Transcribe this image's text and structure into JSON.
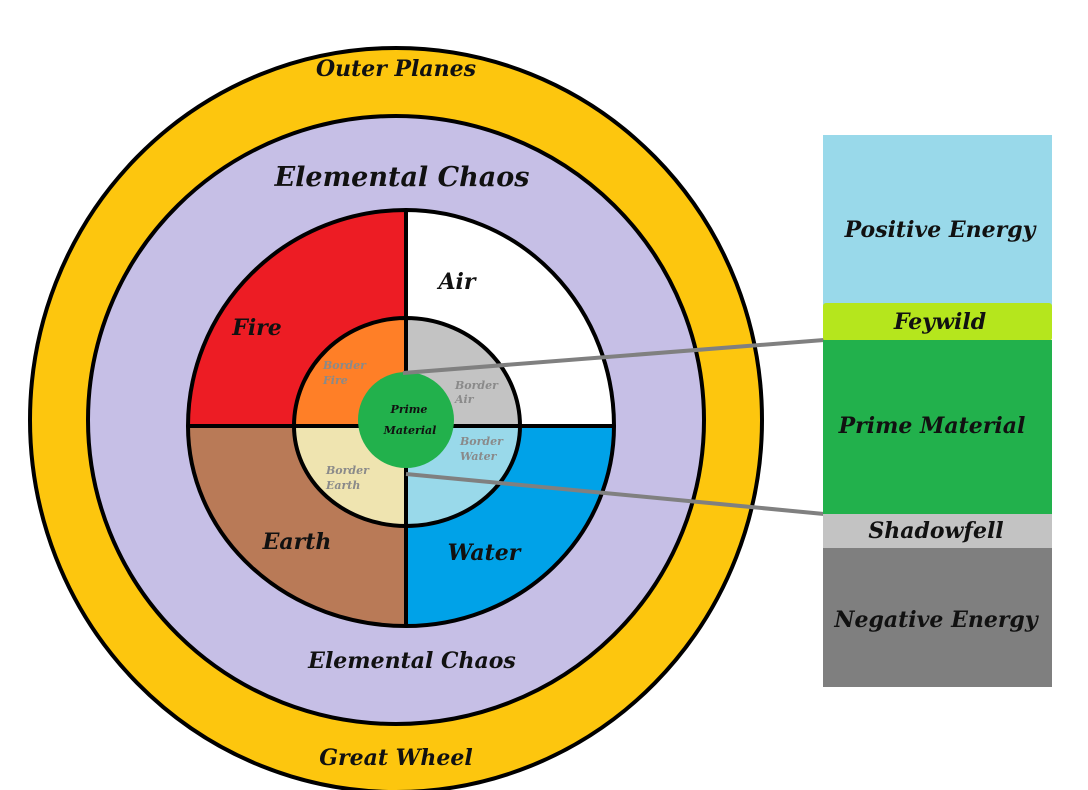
{
  "wheel": {
    "outer_planes": "Outer Planes",
    "great_wheel": "Great Wheel",
    "chaos_top": "Elemental Chaos",
    "chaos_bottom": "Elemental Chaos"
  },
  "elements": {
    "fire": "Fire",
    "air": "Air",
    "earth": "Earth",
    "water": "Water"
  },
  "borders": {
    "fire": [
      "Border",
      "Fire"
    ],
    "air": [
      "Border",
      "Air"
    ],
    "earth": [
      "Border",
      "Earth"
    ],
    "water": [
      "Border",
      "Water"
    ]
  },
  "prime_center": [
    "Prime",
    "Material"
  ],
  "column": {
    "positive": "Positive Energy",
    "feywild": "Feywild",
    "prime": "Prime Material",
    "shadowfell": "Shadowfell",
    "negative": "Negative Energy"
  },
  "colors": {
    "great_wheel": "#fdc60e",
    "elemental_chaos": "#c6bfe6",
    "fire": "#ed1c24",
    "air": "#ffffff",
    "earth": "#b97a57",
    "water": "#00a2e8",
    "border_fire": "#ff7f27",
    "border_air": "#c3c3c3",
    "border_earth": "#efe4b0",
    "border_water": "#99d9ea",
    "prime": "#22b14c",
    "positive": "#99d9ea",
    "feywild": "#b5e61d",
    "shadowfell": "#c3c3c3",
    "negative": "#7f7f7f"
  }
}
